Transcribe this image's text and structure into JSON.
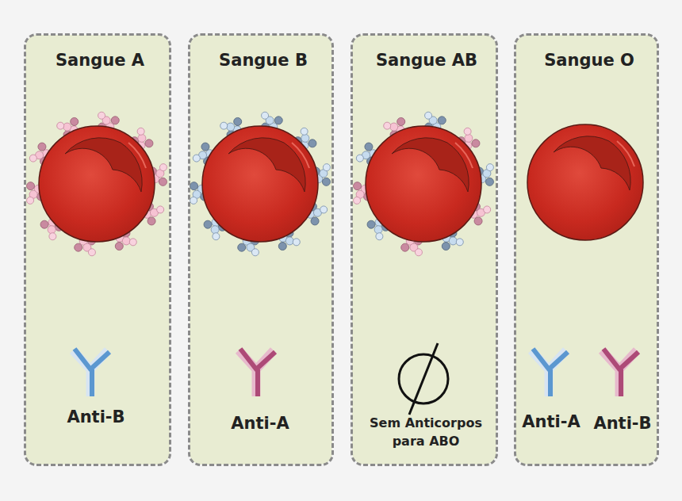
{
  "diagram": {
    "nodes": [
      {
        "text": [
          "Sangue A",
          "Anti-B"
        ]
      },
      {
        "text": [
          "Sangue B",
          "Anti-A"
        ]
      },
      {
        "text": [
          "Sangue AB",
          "Sem Anticorpos para ABO"
        ]
      },
      {
        "text": [
          "Sangue O",
          "Anti-A",
          "Anti-B"
        ]
      }
    ]
  }
}
